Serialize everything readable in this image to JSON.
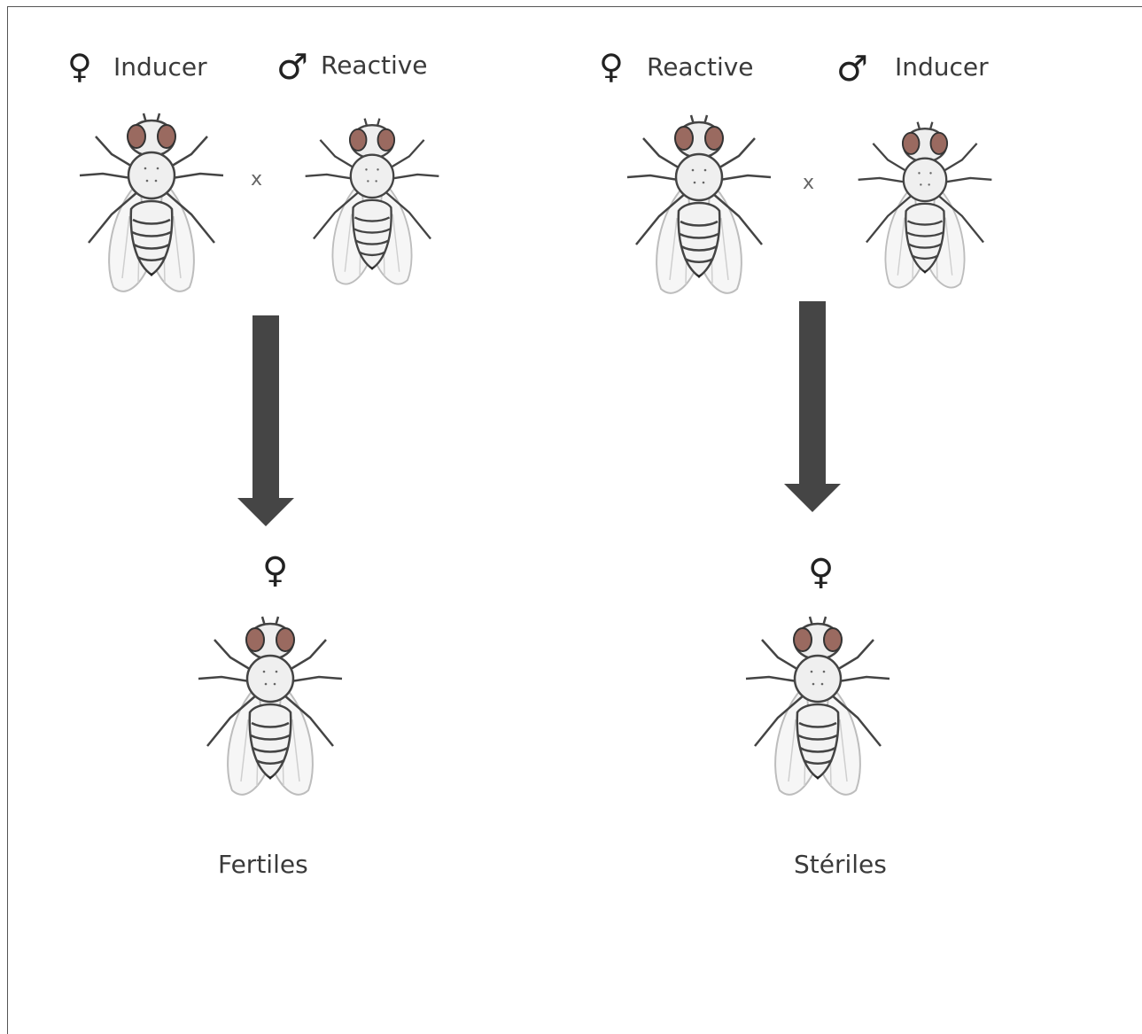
{
  "crosses": [
    {
      "female_symbol": "♀",
      "female_label": "Inducer",
      "male_symbol": "♂",
      "male_label": "Reactive",
      "cross_mark": "x",
      "offspring_symbol": "♀",
      "outcome": "Fertiles"
    },
    {
      "female_symbol": "♀",
      "female_label": "Reactive",
      "male_symbol": "♂",
      "male_label": "Inducer",
      "cross_mark": "x",
      "offspring_symbol": "♀",
      "outcome": "Stériles"
    }
  ],
  "colors": {
    "arrow": "#454545",
    "eye": "#9a6a60",
    "outline": "#333333",
    "wing": "#bdbdbd"
  }
}
